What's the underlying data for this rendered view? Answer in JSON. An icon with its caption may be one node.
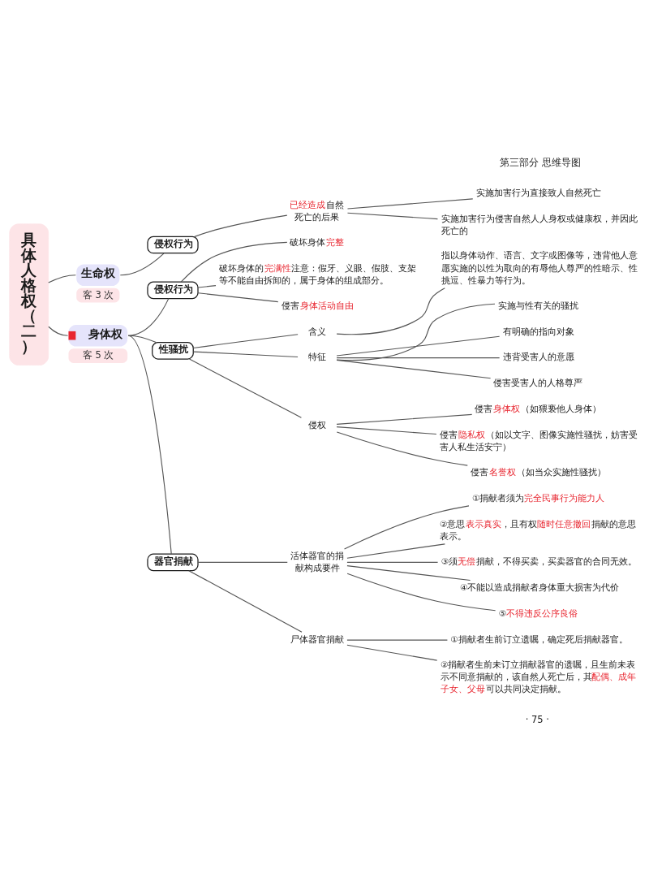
{
  "diagram": {
    "nodes": [
      {
        "text": [
          "具体人格权（二）"
        ]
      },
      {
        "text": [
          "生命权"
        ],
        "beside": [
          "客 3 次"
        ]
      },
      {
        "text": [
          "侵权行为"
        ]
      },
      {
        "text": [
          "已经造成自然死亡的后果"
        ]
      },
      {
        "text": [
          "实施加害行为直接致人自然死亡"
        ]
      },
      {
        "text": [
          "实施加害行为侵害自然人人身权或健康权，并因此死亡的"
        ]
      },
      {
        "text": [
          "身体权"
        ],
        "beside": [
          "客 5 次"
        ]
      },
      {
        "text": [
          "侵权行为"
        ]
      },
      {
        "text": [
          "破坏身体完整"
        ]
      },
      {
        "text": [
          "破坏身体的完满性注意：假牙、义眼、假肢、支架等不能自由拆卸的，属于身体的组成部分。"
        ]
      },
      {
        "text": [
          "侵害身体活动自由"
        ]
      },
      {
        "text": [
          "性骚扰"
        ]
      },
      {
        "text": [
          "含义"
        ]
      },
      {
        "text": [
          "指以身体动作、语言、文字或图像等，违背他人意愿实施的以性为取向的有辱他人尊严的性暗示、性挑逗、性暴力等行为。"
        ]
      },
      {
        "text": [
          "特征"
        ]
      },
      {
        "text": [
          "实施与性有关的骚扰"
        ]
      },
      {
        "text": [
          "有明确的指向对象"
        ]
      },
      {
        "text": [
          "违背受害人的意愿"
        ]
      },
      {
        "text": [
          "侵害受害人的人格尊严"
        ]
      },
      {
        "text": [
          "侵权"
        ]
      },
      {
        "text": [
          "侵害身体权（如猥亵他人身体）"
        ]
      },
      {
        "text": [
          "侵害隐私权（如以文字、图像实施性骚扰，妨害受害人私生活安宁）"
        ]
      },
      {
        "text": [
          "侵害名誉权（如当众实施性骚扰）"
        ]
      },
      {
        "text": [
          "器官捐献"
        ]
      },
      {
        "text": [
          "活体器官的捐献构成要件"
        ]
      },
      {
        "text": [
          "①捐献者须为完全民事行为能力人"
        ]
      },
      {
        "text": [
          "②意思表示真实，且有权随时任意撤回捐献的意思表示。"
        ]
      },
      {
        "text": [
          "③须无偿捐献，不得买卖，买卖器官的合同无效。"
        ]
      },
      {
        "text": [
          "④不能以造成捐献者身体重大损害为代价"
        ]
      },
      {
        "text": [
          "⑤不得违反公序良俗"
        ]
      },
      {
        "text": [
          "尸体器官捐献"
        ]
      },
      {
        "text": [
          "①捐献者生前订立遗嘱，确定死后捐献器官。"
        ]
      },
      {
        "text": [
          "②捐献者生前未订立捐献器官的遗嘱，且生前未表示不同意捐献的，该自然人死亡后，其配偶、成年子女、父母可以共同决定捐献。"
        ]
      }
    ],
    "edges": [
      {
        "from": 0,
        "to": 1,
        "arrow": "none"
      },
      {
        "from": 1,
        "to": 2,
        "arrow": "none"
      },
      {
        "from": 2,
        "to": 3,
        "arrow": "none"
      },
      {
        "from": 3,
        "to": 4,
        "arrow": "none"
      },
      {
        "from": 3,
        "to": 5,
        "arrow": "none"
      },
      {
        "from": 0,
        "to": 6,
        "arrow": "none"
      },
      {
        "from": 6,
        "to": 7,
        "arrow": "none"
      },
      {
        "from": 7,
        "to": 8,
        "arrow": "none"
      },
      {
        "from": 7,
        "to": 9,
        "arrow": "none"
      },
      {
        "from": 7,
        "to": 10,
        "arrow": "none"
      },
      {
        "from": 6,
        "to": 11,
        "arrow": "none"
      },
      {
        "from": 11,
        "to": 12,
        "arrow": "none"
      },
      {
        "from": 12,
        "to": 13,
        "arrow": "none"
      },
      {
        "from": 11,
        "to": 14,
        "arrow": "none"
      },
      {
        "from": 14,
        "to": 15,
        "arrow": "none"
      },
      {
        "from": 14,
        "to": 16,
        "arrow": "none"
      },
      {
        "from": 14,
        "to": 17,
        "arrow": "none"
      },
      {
        "from": 14,
        "to": 18,
        "arrow": "none"
      },
      {
        "from": 11,
        "to": 19,
        "arrow": "none"
      },
      {
        "from": 19,
        "to": 20,
        "arrow": "none"
      },
      {
        "from": 19,
        "to": 21,
        "arrow": "none"
      },
      {
        "from": 19,
        "to": 22,
        "arrow": "none"
      },
      {
        "from": 6,
        "to": 23,
        "arrow": "none"
      },
      {
        "from": 23,
        "to": 24,
        "arrow": "none"
      },
      {
        "from": 24,
        "to": 25,
        "arrow": "none"
      },
      {
        "from": 24,
        "to": 26,
        "arrow": "none"
      },
      {
        "from": 24,
        "to": 27,
        "arrow": "none"
      },
      {
        "from": 24,
        "to": 28,
        "arrow": "none"
      },
      {
        "from": 24,
        "to": 29,
        "arrow": "none"
      },
      {
        "from": 23,
        "to": 30,
        "arrow": "none"
      },
      {
        "from": 30,
        "to": 31,
        "arrow": "none"
      },
      {
        "from": 30,
        "to": 32,
        "arrow": "none"
      }
    ],
    "labels": [
      "第三部分 思维导图",
      "· 75 ·"
    ]
  }
}
